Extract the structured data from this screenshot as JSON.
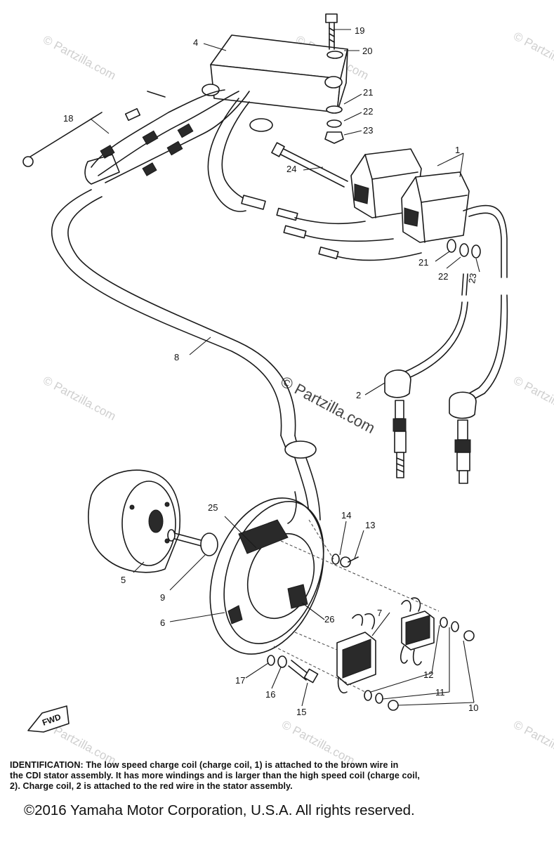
{
  "watermark": {
    "text": "© Partzilla.com",
    "center_text": "© Partzilla.com"
  },
  "callouts": [
    "1",
    "2",
    "4",
    "5",
    "6",
    "7",
    "8",
    "9",
    "10",
    "11",
    "12",
    "13",
    "14",
    "15",
    "16",
    "17",
    "18",
    "19",
    "20",
    "21",
    "22",
    "23",
    "24",
    "25",
    "26"
  ],
  "callout_21b": "21",
  "callout_22b": "22",
  "callout_23b": "23",
  "fwd_label": "FWD",
  "identification": {
    "heading": "IDENTIFICATION:",
    "lines": [
      "The low speed charge coil (charge coil, 1) is attached to the brown wire in",
      "the CDI  stator assembly.  It has more windings and is larger than the high speed coil (charge coil,",
      "2).  Charge coil, 2 is attached to the red wire in the stator assembly."
    ]
  },
  "copyright": "©2016  Yamaha Motor Corporation, U.S.A. All rights reserved.",
  "colors": {
    "ink": "#1a1a1a",
    "watermark": "#cfcfcf",
    "background": "#ffffff"
  }
}
